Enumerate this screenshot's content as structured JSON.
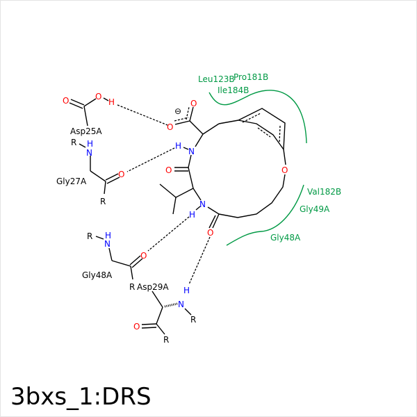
{
  "title": "3bxs_1:DRS",
  "colors": {
    "oxygen": "#ff0000",
    "nitrogen": "#0000ff",
    "hydrophobic": "#009944",
    "bond": "#000000"
  },
  "atoms": {
    "O": "O",
    "N": "N",
    "H": "H",
    "R": "R",
    "charge": "⊖"
  },
  "residues": {
    "asp25a": "Asp25A",
    "gly27a": "Gly27A",
    "gly48a": "Gly48A",
    "asp29a": "Asp29A"
  },
  "hydrophobic_residues": {
    "leu123b": "Leu123B",
    "pro181b": "Pro181B",
    "ile184b": "Ile184B",
    "val182b": "Val182B",
    "gly49a": "Gly49A",
    "gly48a": "Gly48A"
  }
}
